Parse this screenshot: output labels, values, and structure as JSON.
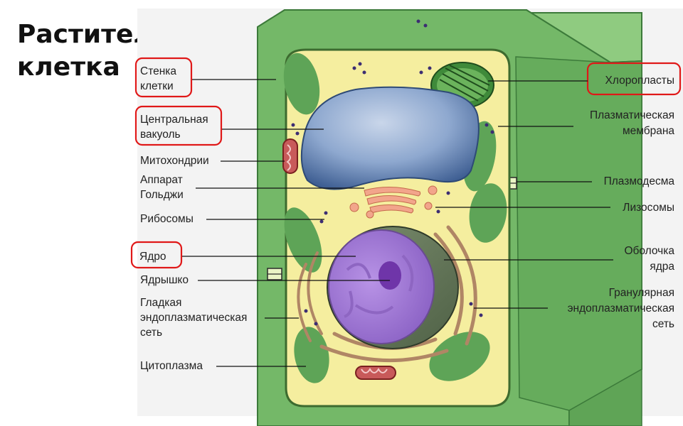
{
  "title": {
    "line1": "Растительная",
    "line2": "клетка"
  },
  "colors": {
    "wall": "#74b868",
    "wall_dark": "#3c7a3a",
    "cytoplasm": "#f5ee9f",
    "vacuole": "#7f9cc4",
    "nucleus": "#a37ed6",
    "highlight": "#e01818"
  },
  "labels_left": [
    {
      "id": "wall",
      "lines": [
        "Стенка",
        "клетки"
      ],
      "highlight": true
    },
    {
      "id": "vacuole",
      "lines": [
        "Центральная",
        "вакуоль"
      ],
      "highlight": true
    },
    {
      "id": "mitochondria",
      "lines": [
        "Митохондрии"
      ],
      "highlight": false
    },
    {
      "id": "golgi",
      "lines": [
        "Аппарат",
        "Гольджи"
      ],
      "highlight": false
    },
    {
      "id": "ribosomes",
      "lines": [
        "Рибосомы"
      ],
      "highlight": false
    },
    {
      "id": "nucleus",
      "lines": [
        "Ядро"
      ],
      "highlight": true
    },
    {
      "id": "nucleolus",
      "lines": [
        "Ядрышко"
      ],
      "highlight": false
    },
    {
      "id": "smooth-er",
      "lines": [
        "Гладкая",
        "эндоплазматическая",
        "сеть"
      ],
      "highlight": false
    },
    {
      "id": "cytoplasm",
      "lines": [
        "Цитоплазма"
      ],
      "highlight": false
    }
  ],
  "labels_right": [
    {
      "id": "chloroplasts",
      "lines": [
        "Хлоропласты"
      ],
      "highlight": true
    },
    {
      "id": "plasma-membrane",
      "lines": [
        "Плазматическая",
        "мембрана"
      ],
      "highlight": false
    },
    {
      "id": "plasmodesma",
      "lines": [
        "Плазмодесма"
      ],
      "highlight": false
    },
    {
      "id": "lysosomes",
      "lines": [
        "Лизосомы"
      ],
      "highlight": false
    },
    {
      "id": "nuclear-envelope",
      "lines": [
        "Оболочка",
        "ядра"
      ],
      "highlight": false
    },
    {
      "id": "rough-er",
      "lines": [
        "Гранулярная",
        "эндоплазматическая",
        "сеть"
      ],
      "highlight": false
    }
  ]
}
